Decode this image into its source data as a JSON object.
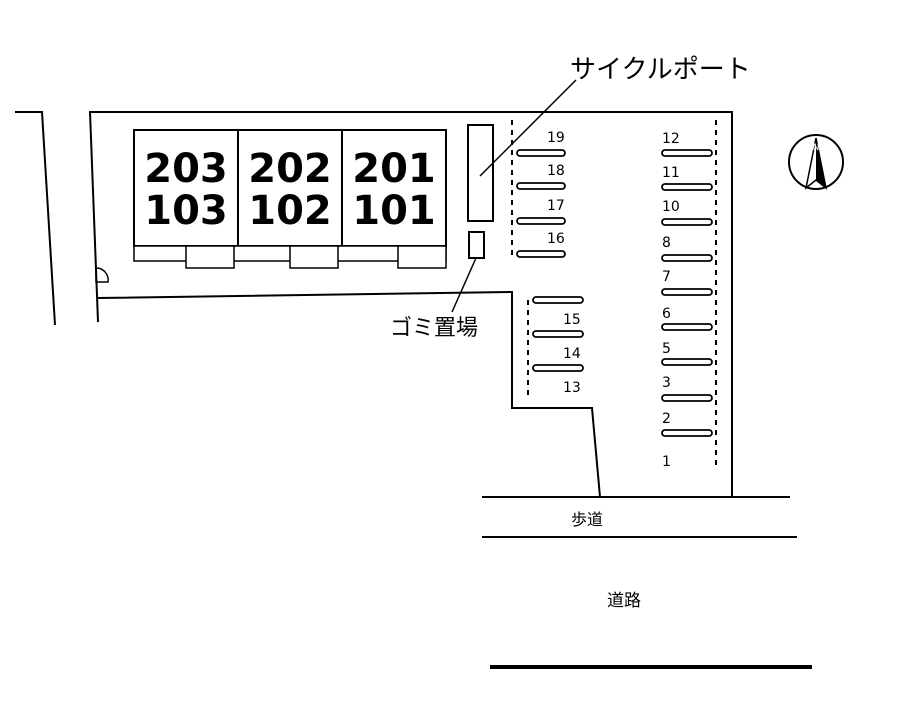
{
  "labels": {
    "cycle_port": "サイクルポート",
    "garbage": "ゴミ置場",
    "sidewalk": "歩道",
    "road": "道路",
    "north": "N"
  },
  "units": [
    {
      "upper": "203",
      "lower": "103"
    },
    {
      "upper": "202",
      "lower": "102"
    },
    {
      "upper": "201",
      "lower": "101"
    }
  ],
  "parking": {
    "center_top": [
      "19",
      "18",
      "17",
      "16"
    ],
    "center_bottom": [
      "15",
      "14",
      "13"
    ],
    "right": [
      "12",
      "11",
      "10",
      "8",
      "7",
      "6",
      "5",
      "3",
      "2",
      "1"
    ]
  }
}
